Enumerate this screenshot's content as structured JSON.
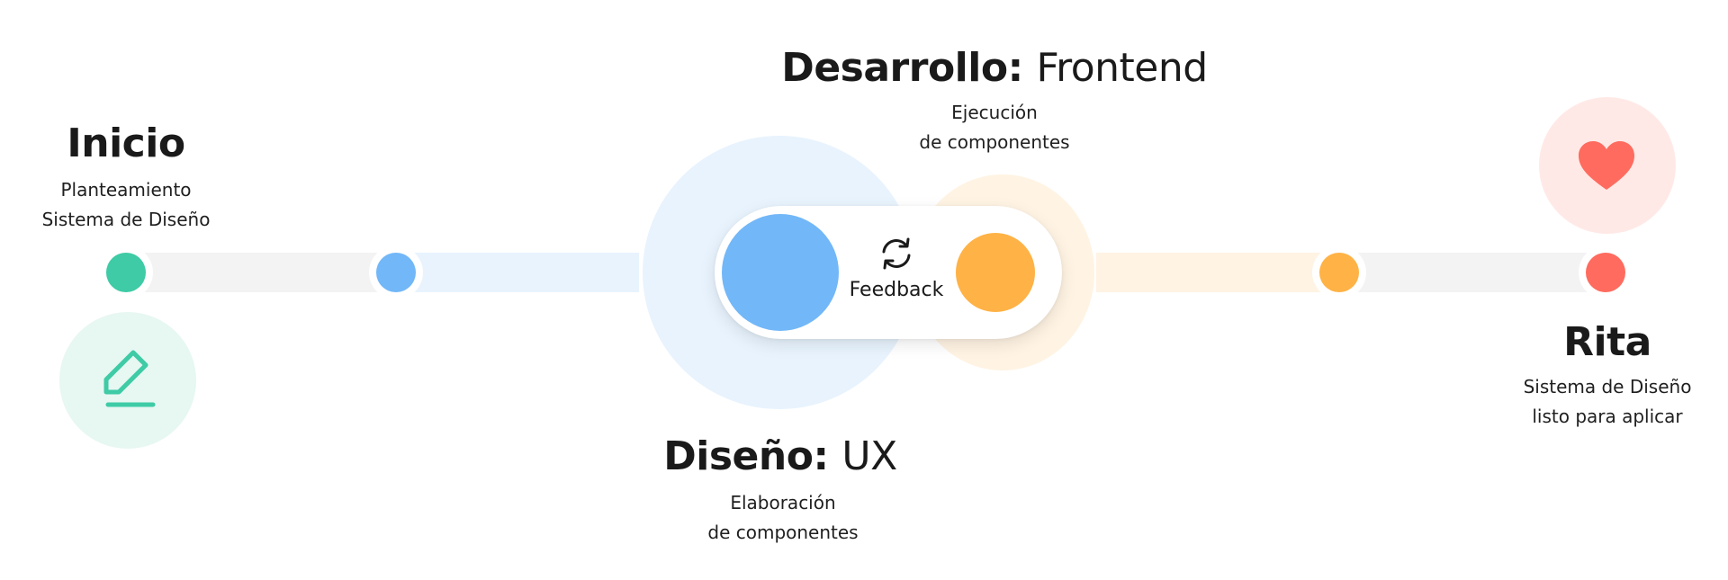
{
  "stages": {
    "inicio": {
      "title": "Inicio",
      "subtitle_1": "Planteamiento",
      "subtitle_2": "Sistema de Diseño"
    },
    "diseno": {
      "title_bold": "Diseño:",
      "title_light": "UX",
      "subtitle_1": "Elaboración",
      "subtitle_2": "de componentes"
    },
    "desarrollo": {
      "title_bold": "Desarrollo:",
      "title_light": "Frontend",
      "subtitle_1": "Ejecución",
      "subtitle_2": "de componentes"
    },
    "rita": {
      "title": "Rita",
      "subtitle_1": "Sistema de Diseño",
      "subtitle_2": "listo para aplicar"
    }
  },
  "feedback": {
    "label": "Feedback",
    "icon": "refresh-icon"
  },
  "icons": {
    "inicio": "pencil-edit-icon",
    "rita": "heart-icon"
  },
  "colors": {
    "green": "#3ecba5",
    "blue": "#72b7f8",
    "orange": "#ffb245",
    "red": "#ff6b5e",
    "track_gray": "#f3f3f3",
    "track_blue": "#e8f3fd",
    "track_orange": "#fff3e3"
  }
}
